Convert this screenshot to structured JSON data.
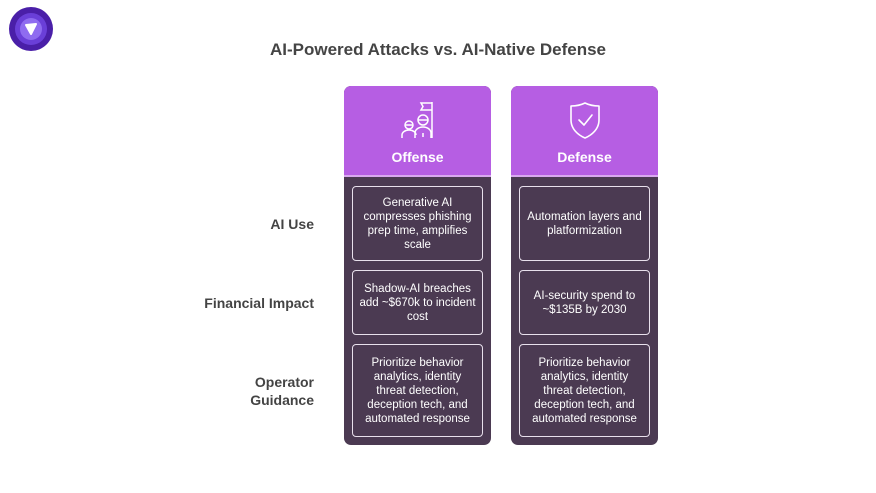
{
  "title": "AI-Powered Attacks vs. AI-Native Defense",
  "rows": [
    "AI Use",
    "Financial Impact",
    "Operator Guidance"
  ],
  "columns": [
    {
      "label": "Offense",
      "icon": "people-flag-icon",
      "cells": [
        "Generative AI compresses phishing prep time, amplifies scale",
        "Shadow-AI breaches add ~$670k to incident cost",
        "Prioritize behavior analytics, identity threat detection, deception tech, and automated response"
      ]
    },
    {
      "label": "Defense",
      "icon": "shield-check-icon",
      "cells": [
        "Automation layers and platformization",
        "AI-security spend to ~$135B by 2030",
        "Prioritize behavior analytics, identity threat detection, deception tech, and automated response"
      ]
    }
  ],
  "colors": {
    "header": "#b65ee3",
    "body": "#4b3a52",
    "logo": "#4a1fa8"
  }
}
